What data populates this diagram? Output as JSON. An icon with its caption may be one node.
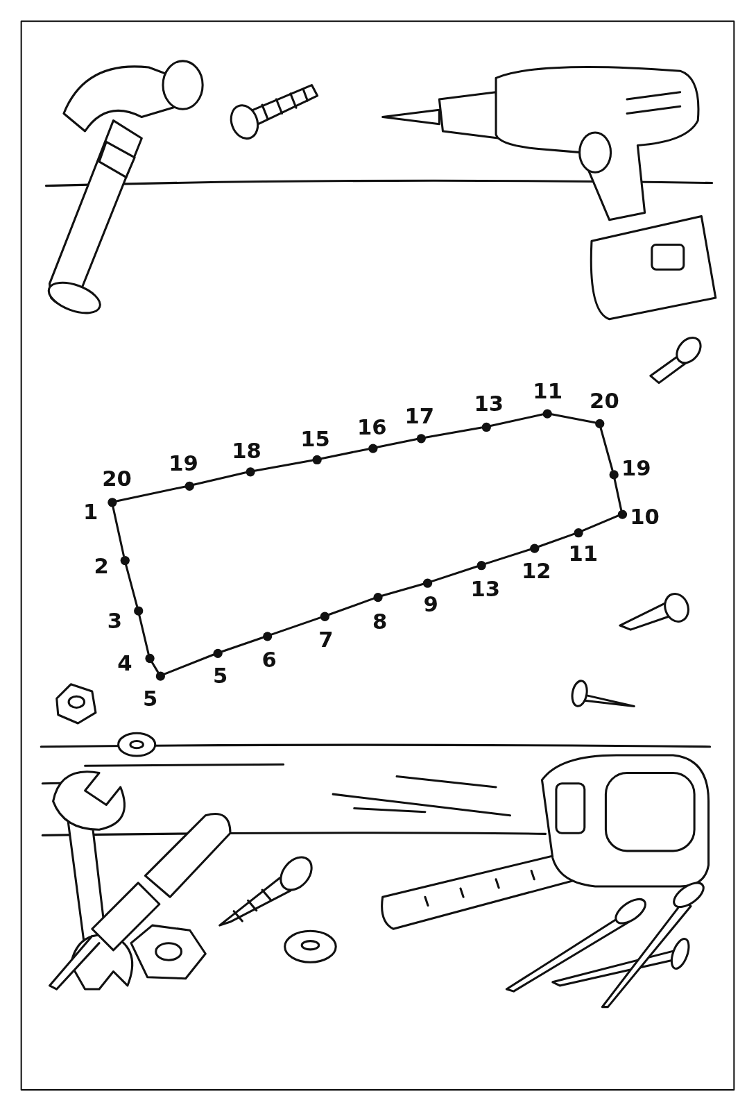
{
  "diagram": {
    "nodes": [
      {
        "text": [],
        "shape": "circle",
        "beside": [
          "20",
          "1"
        ]
      },
      {
        "text": [],
        "shape": "circle",
        "beside": [
          "19"
        ]
      },
      {
        "text": [],
        "shape": "circle",
        "beside": [
          "18"
        ]
      },
      {
        "text": [],
        "shape": "circle",
        "beside": [
          "15"
        ]
      },
      {
        "text": [],
        "shape": "circle",
        "beside": [
          "16"
        ]
      },
      {
        "text": [],
        "shape": "circle",
        "beside": [
          "17"
        ]
      },
      {
        "text": [],
        "shape": "circle",
        "beside": [
          "13"
        ]
      },
      {
        "text": [],
        "shape": "circle",
        "beside": [
          "11"
        ]
      },
      {
        "text": [],
        "shape": "circle",
        "beside": [
          "20"
        ]
      },
      {
        "text": [],
        "shape": "circle",
        "beside": [
          "19"
        ]
      },
      {
        "text": [],
        "shape": "circle",
        "beside": [
          "10"
        ]
      },
      {
        "text": [],
        "shape": "circle",
        "beside": [
          "11"
        ]
      },
      {
        "text": [],
        "shape": "circle",
        "beside": [
          "12"
        ]
      },
      {
        "text": [],
        "shape": "circle",
        "beside": [
          "13"
        ]
      },
      {
        "text": [],
        "shape": "circle",
        "beside": [
          "9"
        ]
      },
      {
        "text": [],
        "shape": "circle",
        "beside": [
          "8"
        ]
      },
      {
        "text": [],
        "shape": "circle",
        "beside": [
          "7"
        ]
      },
      {
        "text": [],
        "shape": "circle",
        "beside": [
          "6"
        ]
      },
      {
        "text": [],
        "shape": "circle",
        "beside": [
          "5"
        ]
      },
      {
        "text": [],
        "shape": "circle",
        "beside": [
          "5"
        ]
      },
      {
        "text": [],
        "shape": "circle",
        "beside": [
          "4"
        ]
      },
      {
        "text": [],
        "shape": "circle",
        "beside": [
          "3"
        ]
      },
      {
        "text": [],
        "shape": "circle",
        "beside": [
          "2"
        ]
      }
    ],
    "edges": [
      {
        "from": 0,
        "to": 1,
        "arrow": "none"
      },
      {
        "from": 1,
        "to": 2,
        "arrow": "none"
      },
      {
        "from": 2,
        "to": 3,
        "arrow": "none"
      },
      {
        "from": 3,
        "to": 4,
        "arrow": "none"
      },
      {
        "from": 4,
        "to": 5,
        "arrow": "none"
      },
      {
        "from": 5,
        "to": 6,
        "arrow": "none"
      },
      {
        "from": 6,
        "to": 7,
        "arrow": "none"
      },
      {
        "from": 7,
        "to": 8,
        "arrow": "none"
      },
      {
        "from": 8,
        "to": 9,
        "arrow": "none"
      },
      {
        "from": 9,
        "to": 10,
        "arrow": "none"
      },
      {
        "from": 10,
        "to": 11,
        "arrow": "none"
      },
      {
        "from": 11,
        "to": 12,
        "arrow": "none"
      },
      {
        "from": 12,
        "to": 13,
        "arrow": "none"
      },
      {
        "from": 13,
        "to": 14,
        "arrow": "none"
      },
      {
        "from": 14,
        "to": 15,
        "arrow": "none"
      },
      {
        "from": 15,
        "to": 16,
        "arrow": "none"
      },
      {
        "from": 16,
        "to": 17,
        "arrow": "none"
      },
      {
        "from": 17,
        "to": 18,
        "arrow": "none"
      },
      {
        "from": 18,
        "to": 19,
        "arrow": "none"
      },
      {
        "from": 19,
        "to": 20,
        "arrow": "none"
      },
      {
        "from": 20,
        "to": 21,
        "arrow": "none"
      },
      {
        "from": 21,
        "to": 22,
        "arrow": "none"
      },
      {
        "from": 22,
        "to": 0,
        "arrow": "none"
      }
    ]
  }
}
